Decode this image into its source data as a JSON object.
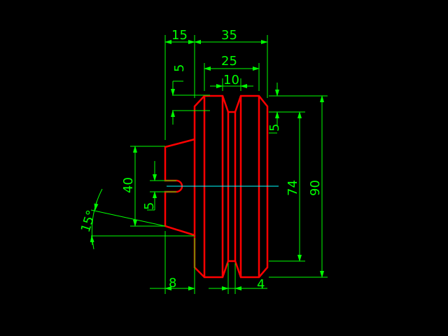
{
  "drawing": {
    "dimensions": {
      "width_15": "15",
      "width_35": "35",
      "width_25": "25",
      "width_10": "10",
      "height_5_top": "5",
      "height_5_right": "5",
      "height_74": "74",
      "height_90": "90",
      "height_40": "40",
      "height_5_left": "5",
      "angle_15": "15°",
      "width_8": "8",
      "width_4": "4"
    },
    "colors": {
      "background": "#000000",
      "object": "#ff0000",
      "dimension": "#00ff00",
      "center": "#00ffff"
    }
  }
}
